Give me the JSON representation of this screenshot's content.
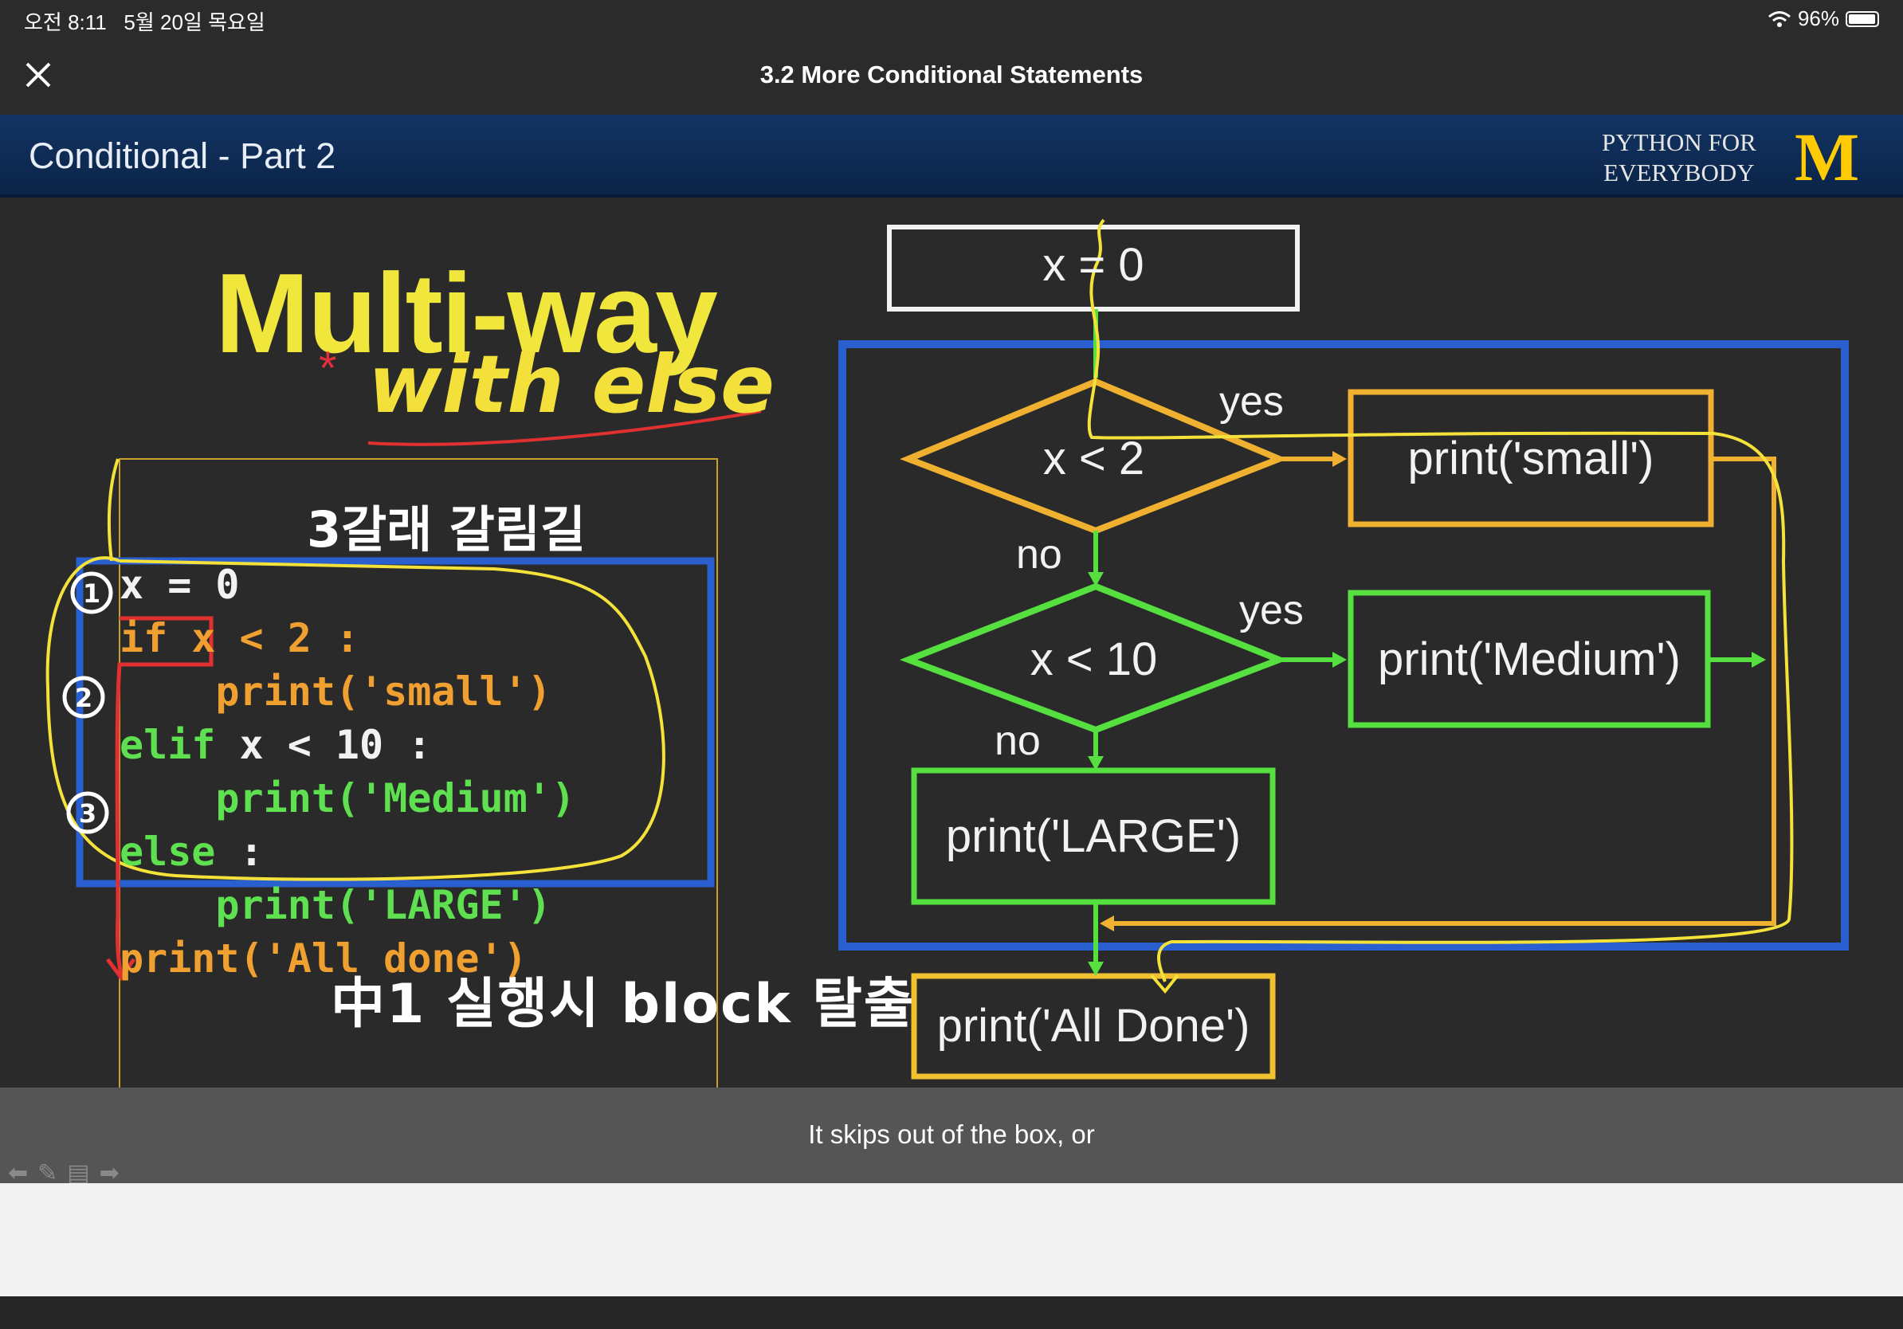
{
  "status_bar": {
    "time": "오전 8:11",
    "date": "5월 20일 목요일",
    "battery": "96%"
  },
  "nav": {
    "title": "3.2 More Conditional Statements"
  },
  "slide": {
    "header_title": "Conditional - Part 2",
    "brand_line1": "PYTHON FOR",
    "brand_line2": "EVERYBODY",
    "logo": "M",
    "big_title": "Multi-way",
    "annotation_with_else": "with else",
    "annotation_star": "*",
    "annotation_branches": "3갈래 갈림길",
    "annotation_exit": "中1 실행시 block 탈출",
    "code": {
      "line0": "x = 0",
      "if_kw": "if",
      "if_cond": " x < 2 :",
      "print_small": "    print('small')",
      "elif_kw": "elif",
      "elif_cond": " x < 10 :",
      "print_medium": "    print('Medium')",
      "else_kw": "else",
      "else_colon": " :",
      "print_large": "    print('LARGE')",
      "print_done": "print('All done')"
    },
    "flowchart": {
      "start": "x = 0",
      "cond1": "x < 2",
      "cond2": "x < 10",
      "yes1": "yes",
      "no1": "no",
      "yes2": "yes",
      "no2": "no",
      "box_small": "print('small')",
      "box_medium": "print('Medium')",
      "box_large": "print('LARGE')",
      "box_done": "print('All Done')"
    }
  },
  "caption": "It skips out of the box, or",
  "colors": {
    "yellow": "#f0e63c",
    "orange": "#f0b030",
    "green": "#55e040",
    "blue": "#2a5fd0",
    "red": "#e03030"
  }
}
